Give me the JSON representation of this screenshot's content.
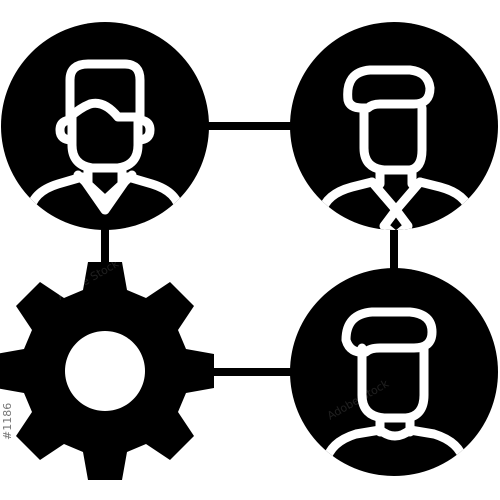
{
  "icon": {
    "subject": "team-network-with-gear",
    "nodes": [
      "person-top-left",
      "person-top-right",
      "gear-bottom-left",
      "person-bottom-right"
    ],
    "colors": {
      "background": "#ffffff",
      "foreground": "#000000"
    }
  },
  "watermark": {
    "brand": "Adobe Stock",
    "id_text": "#1186"
  }
}
